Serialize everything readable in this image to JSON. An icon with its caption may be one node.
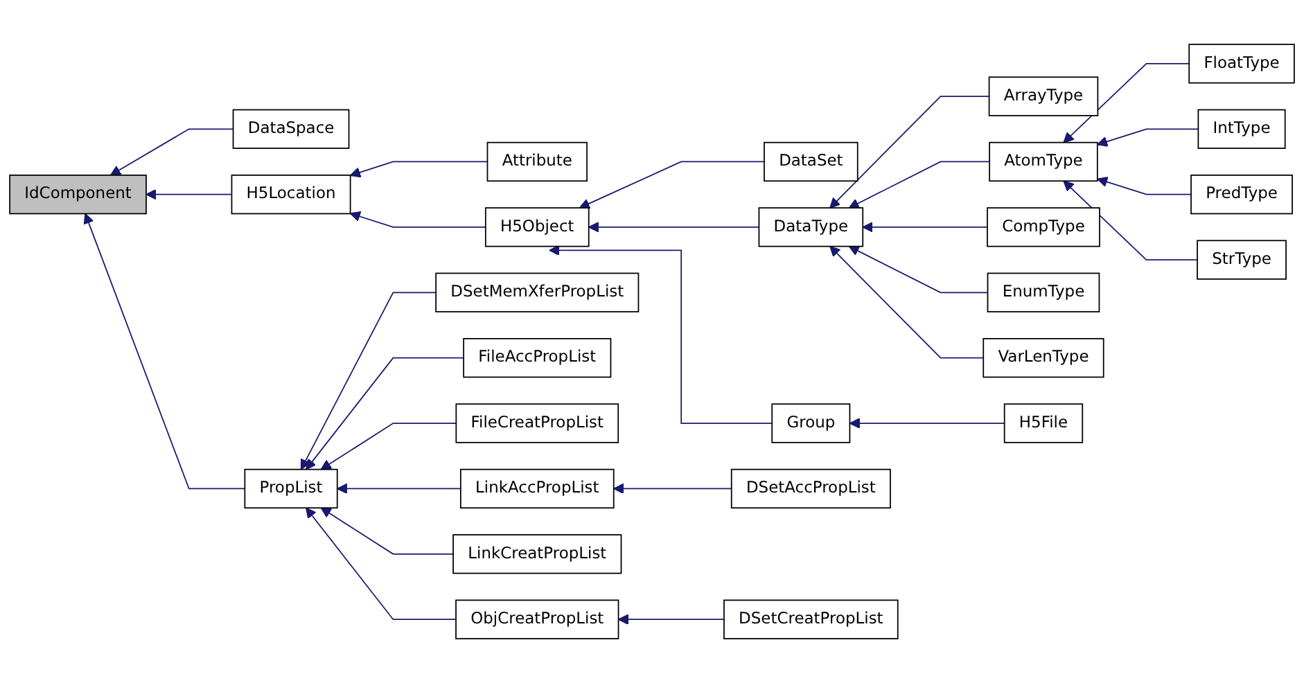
{
  "diagram": {
    "nodes": [
      {
        "text": [
          "IdComponent"
        ]
      },
      {
        "text": [
          "DataSpace"
        ]
      },
      {
        "text": [
          "H5Location"
        ]
      },
      {
        "text": [
          "PropList"
        ]
      },
      {
        "text": [
          "Attribute"
        ]
      },
      {
        "text": [
          "H5Object"
        ]
      },
      {
        "text": [
          "DataSet"
        ]
      },
      {
        "text": [
          "DataType"
        ]
      },
      {
        "text": [
          "Group"
        ]
      },
      {
        "text": [
          "ArrayType"
        ]
      },
      {
        "text": [
          "AtomType"
        ]
      },
      {
        "text": [
          "CompType"
        ]
      },
      {
        "text": [
          "EnumType"
        ]
      },
      {
        "text": [
          "VarLenType"
        ]
      },
      {
        "text": [
          "H5File"
        ]
      },
      {
        "text": [
          "FloatType"
        ]
      },
      {
        "text": [
          "IntType"
        ]
      },
      {
        "text": [
          "PredType"
        ]
      },
      {
        "text": [
          "StrType"
        ]
      },
      {
        "text": [
          "DSetMemXferPropList"
        ]
      },
      {
        "text": [
          "FileAccPropList"
        ]
      },
      {
        "text": [
          "FileCreatPropList"
        ]
      },
      {
        "text": [
          "LinkAccPropList"
        ]
      },
      {
        "text": [
          "LinkCreatPropList"
        ]
      },
      {
        "text": [
          "ObjCreatPropList"
        ]
      },
      {
        "text": [
          "DSetAccPropList"
        ]
      },
      {
        "text": [
          "DSetCreatPropList"
        ]
      }
    ],
    "edges": [
      {
        "from": 1,
        "to": 0,
        "arrow": "to"
      },
      {
        "from": 2,
        "to": 0,
        "arrow": "to"
      },
      {
        "from": 3,
        "to": 0,
        "arrow": "to"
      },
      {
        "from": 4,
        "to": 2,
        "arrow": "to"
      },
      {
        "from": 5,
        "to": 2,
        "arrow": "to"
      },
      {
        "from": 6,
        "to": 5,
        "arrow": "to"
      },
      {
        "from": 7,
        "to": 5,
        "arrow": "to"
      },
      {
        "from": 8,
        "to": 5,
        "arrow": "to"
      },
      {
        "from": 9,
        "to": 7,
        "arrow": "to"
      },
      {
        "from": 10,
        "to": 7,
        "arrow": "to"
      },
      {
        "from": 11,
        "to": 7,
        "arrow": "to"
      },
      {
        "from": 12,
        "to": 7,
        "arrow": "to"
      },
      {
        "from": 13,
        "to": 7,
        "arrow": "to"
      },
      {
        "from": 14,
        "to": 8,
        "arrow": "to"
      },
      {
        "from": 15,
        "to": 10,
        "arrow": "to"
      },
      {
        "from": 16,
        "to": 10,
        "arrow": "to"
      },
      {
        "from": 17,
        "to": 10,
        "arrow": "to"
      },
      {
        "from": 18,
        "to": 10,
        "arrow": "to"
      },
      {
        "from": 19,
        "to": 3,
        "arrow": "to"
      },
      {
        "from": 20,
        "to": 3,
        "arrow": "to"
      },
      {
        "from": 21,
        "to": 3,
        "arrow": "to"
      },
      {
        "from": 22,
        "to": 3,
        "arrow": "to"
      },
      {
        "from": 23,
        "to": 3,
        "arrow": "to"
      },
      {
        "from": 24,
        "to": 3,
        "arrow": "to"
      },
      {
        "from": 25,
        "to": 22,
        "arrow": "to"
      },
      {
        "from": 26,
        "to": 24,
        "arrow": "to"
      }
    ]
  }
}
